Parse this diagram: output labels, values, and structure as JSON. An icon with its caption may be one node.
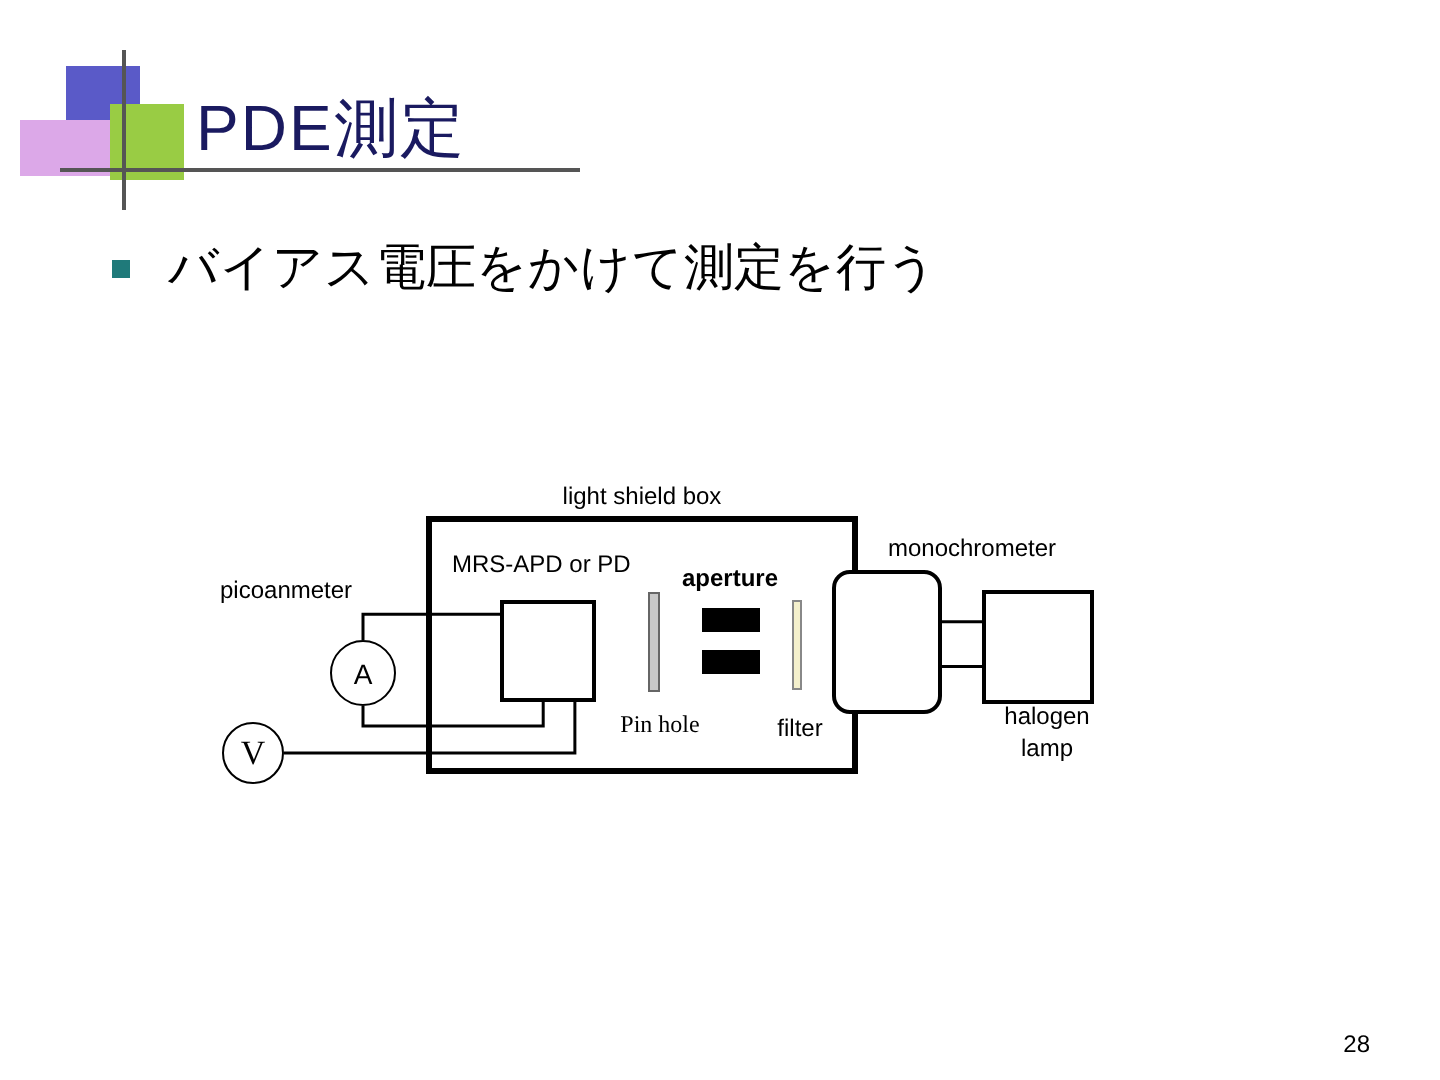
{
  "diagram": {
    "title": "PDE測定",
    "nodes": [
      {
        "text": [
          "light shield box"
        ]
      },
      {
        "text": [
          "MRS-APD or PD"
        ],
        "in": 0
      },
      {
        "text": [
          "Pin hole"
        ],
        "in": 0
      },
      {
        "text": [
          "aperture"
        ],
        "in": 0
      },
      {
        "text": [
          "filter"
        ],
        "in": 0
      },
      {
        "text": [
          "monochrometer"
        ]
      },
      {
        "text": [
          "halogen lamp"
        ]
      },
      {
        "text": [
          "A"
        ],
        "beside": [
          "picoanmeter"
        ]
      },
      {
        "text": [
          "V"
        ]
      }
    ],
    "edges": [
      {
        "from": 7,
        "to": 1,
        "arrow": "none"
      },
      {
        "from": 7,
        "to": 1,
        "arrow": "none"
      },
      {
        "from": 8,
        "to": 1,
        "arrow": "none"
      },
      {
        "from": 5,
        "to": 6,
        "arrow": "none"
      },
      {
        "from": 5,
        "to": 6,
        "arrow": "none"
      }
    ],
    "labels": [
      "バイアス電圧をかけて測定を行う",
      "28"
    ]
  }
}
